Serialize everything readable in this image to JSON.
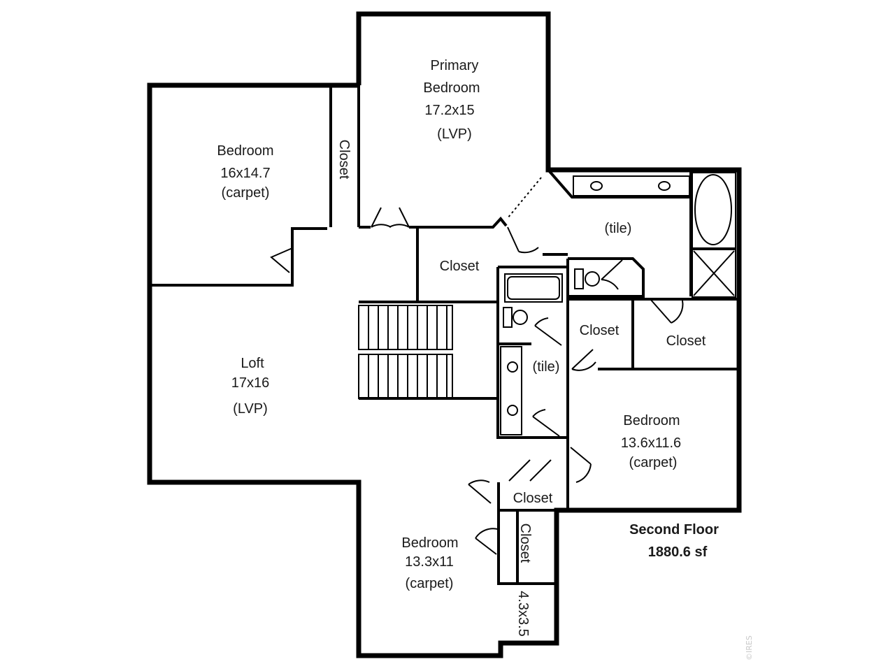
{
  "plan": {
    "title": "Second Floor",
    "area": "1880.6 sf",
    "watermark": "©IRES"
  },
  "rooms": {
    "primary": {
      "name_line1": "Primary",
      "name_line2": "Bedroom",
      "size": "17.2x15",
      "floor": "(LVP)"
    },
    "bedroom_nw": {
      "name": "Bedroom",
      "size": "16x14.7",
      "floor": "(carpet)"
    },
    "closet_nw": {
      "name": "Closet"
    },
    "closet_mid": {
      "name": "Closet"
    },
    "bath_main": {
      "floor": "(tile)"
    },
    "loft": {
      "name": "Loft",
      "size": "17x16",
      "floor": "(LVP)"
    },
    "bath_hall": {
      "floor": "(tile)"
    },
    "closet_e1": {
      "name": "Closet"
    },
    "closet_e2": {
      "name": "Closet"
    },
    "bedroom_e": {
      "name": "Bedroom",
      "size": "13.6x11.6",
      "floor": "(carpet)"
    },
    "closet_s": {
      "name": "Closet"
    },
    "closet_sv": {
      "name": "Closet",
      "size": "4.3x3.5"
    },
    "bedroom_s": {
      "name": "Bedroom",
      "size": "13.3x11",
      "floor": "(carpet)"
    }
  }
}
